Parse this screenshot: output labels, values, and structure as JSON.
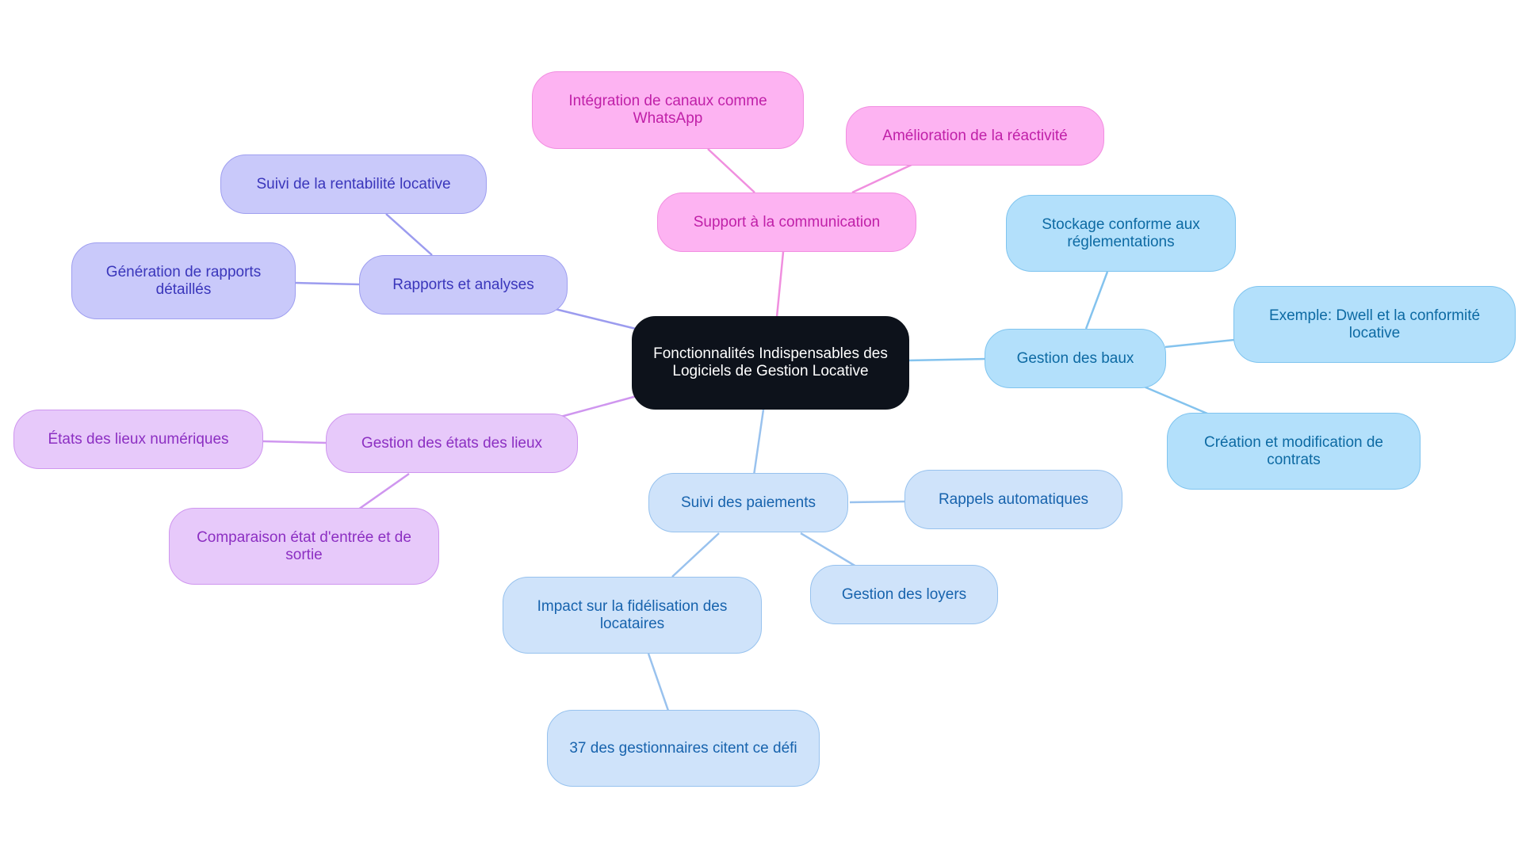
{
  "central": {
    "label": "Fonctionnalités Indispensables des Logiciels de Gestion Locative"
  },
  "branches": {
    "communication": {
      "label": "Support à la communication",
      "children": [
        "Intégration de canaux comme WhatsApp",
        "Amélioration de la réactivité"
      ]
    },
    "rapports": {
      "label": "Rapports et analyses",
      "children": [
        "Suivi de la rentabilité locative",
        "Génération de rapports détaillés"
      ]
    },
    "baux": {
      "label": "Gestion des baux",
      "children": [
        "Stockage conforme aux réglementations",
        "Exemple: Dwell et la conformité locative",
        "Création et modification de contrats"
      ]
    },
    "etats": {
      "label": "Gestion des états des lieux",
      "children": [
        "États des lieux numériques",
        "Comparaison état d'entrée et de sortie"
      ]
    },
    "paiements": {
      "label": "Suivi des paiements",
      "children": [
        "Rappels automatiques",
        "Gestion des loyers",
        "Impact sur la fidélisation des locataires"
      ],
      "grandchild": "37 des gestionnaires citent ce défi"
    }
  },
  "colors": {
    "central": "#0d121b",
    "communication": "#fdb3f2",
    "rapports": "#c9c9fa",
    "baux": "#b3e0fb",
    "etats": "#e7c9fa",
    "paiements": "#cfe3fa"
  }
}
